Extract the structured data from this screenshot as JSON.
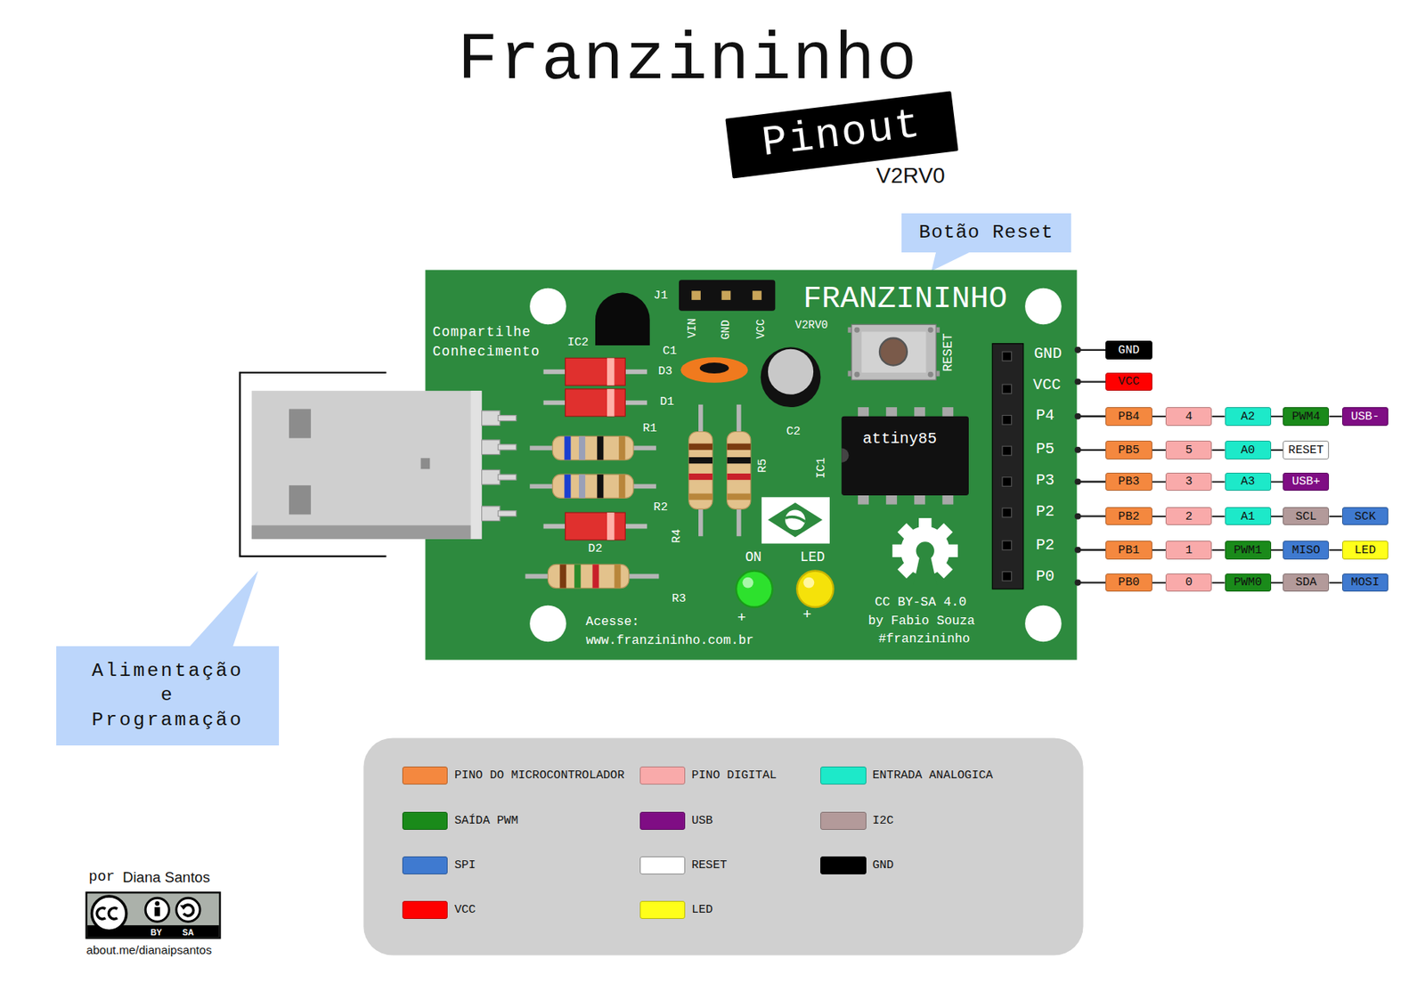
{
  "diagram": {
    "title": "Franzininho",
    "nodes": [
      {
        "text": [
          "Pinout"
        ]
      },
      {
        "text": [
          "Botão Reset"
        ]
      },
      {
        "text": [
          "GND"
        ]
      },
      {
        "text": [
          "VCC"
        ]
      },
      {
        "text": [
          "PB4"
        ]
      },
      {
        "text": [
          "4"
        ]
      },
      {
        "text": [
          "A2"
        ]
      },
      {
        "text": [
          "PWM4"
        ]
      },
      {
        "text": [
          "USB-"
        ]
      },
      {
        "text": [
          "PB5"
        ]
      },
      {
        "text": [
          "5"
        ]
      },
      {
        "text": [
          "A0"
        ]
      },
      {
        "text": [
          "RESET"
        ]
      },
      {
        "text": [
          "PB3"
        ]
      },
      {
        "text": [
          "3"
        ]
      },
      {
        "text": [
          "A3"
        ]
      },
      {
        "text": [
          "USB+"
        ]
      },
      {
        "text": [
          "PB2"
        ]
      },
      {
        "text": [
          "2"
        ]
      },
      {
        "text": [
          "A1"
        ]
      },
      {
        "text": [
          "SCL"
        ]
      },
      {
        "text": [
          "SCK"
        ]
      },
      {
        "text": [
          "PB1"
        ]
      },
      {
        "text": [
          "1"
        ]
      },
      {
        "text": [
          "PWM1"
        ]
      },
      {
        "text": [
          "MISO"
        ]
      },
      {
        "text": [
          "LED"
        ]
      },
      {
        "text": [
          "PB0"
        ]
      },
      {
        "text": [
          "0"
        ]
      },
      {
        "text": [
          "PWM0"
        ]
      },
      {
        "text": [
          "SDA"
        ]
      },
      {
        "text": [
          "MOSI"
        ]
      },
      {
        "text": [
          "Alimentação e Programação"
        ]
      }
    ],
    "edges": [
      {
        "from": 4,
        "to": 5,
        "arrow": "none"
      },
      {
        "from": 5,
        "to": 6,
        "arrow": "none"
      },
      {
        "from": 6,
        "to": 7,
        "arrow": "none"
      },
      {
        "from": 7,
        "to": 8,
        "arrow": "none"
      },
      {
        "from": 9,
        "to": 10,
        "arrow": "none"
      },
      {
        "from": 10,
        "to": 11,
        "arrow": "none"
      },
      {
        "from": 11,
        "to": 12,
        "arrow": "none"
      },
      {
        "from": 13,
        "to": 14,
        "arrow": "none"
      },
      {
        "from": 14,
        "to": 15,
        "arrow": "none"
      },
      {
        "from": 15,
        "to": 16,
        "arrow": "none"
      },
      {
        "from": 17,
        "to": 18,
        "arrow": "none"
      },
      {
        "from": 18,
        "to": 19,
        "arrow": "none"
      },
      {
        "from": 19,
        "to": 20,
        "arrow": "none"
      },
      {
        "from": 20,
        "to": 21,
        "arrow": "none"
      },
      {
        "from": 22,
        "to": 23,
        "arrow": "none"
      },
      {
        "from": 23,
        "to": 24,
        "arrow": "none"
      },
      {
        "from": 24,
        "to": 25,
        "arrow": "none"
      },
      {
        "from": 25,
        "to": 26,
        "arrow": "none"
      },
      {
        "from": 27,
        "to": 28,
        "arrow": "none"
      },
      {
        "from": 28,
        "to": 29,
        "arrow": "none"
      },
      {
        "from": 29,
        "to": 30,
        "arrow": "none"
      },
      {
        "from": 30,
        "to": 31,
        "arrow": "none"
      }
    ],
    "labels": [
      "V2RV0",
      "J1",
      "VIN",
      "GND",
      "VCC",
      "FRANZININHO",
      "Compartilhe Conhecimento",
      "IC2",
      "V2RV0",
      "C1",
      "RESET",
      "D3",
      "D1",
      "R1",
      "C2",
      "attiny85",
      "IC1",
      "R5",
      "R2",
      "R4",
      "D2",
      "ON",
      "LED",
      "R3",
      "CC BY-SA 4.0",
      "+",
      "+",
      "Acesse:",
      "by Fabio Souza",
      "#franzininho",
      "www.franzininho.com.br",
      "GND",
      "VCC",
      "P4",
      "P5",
      "P3",
      "P2",
      "P2",
      "P0",
      "por",
      "Diana Santos",
      "BY",
      "SA",
      "about.me/dianaipsantos"
    ],
    "legend": [
      {
        "text": "PINO DO MICROCONTROLADOR",
        "color": "#f4883f"
      },
      {
        "text": "PINO DIGITAL",
        "color": "#f9aaaa"
      },
      {
        "text": "ENTRADA ANALOGICA",
        "color": "#1de9c9"
      },
      {
        "text": "SAÍDA PWM",
        "color": "#1a8a1a"
      },
      {
        "text": "USB",
        "color": "#7f0d84"
      },
      {
        "text": "I2C",
        "color": "#b39a9a"
      },
      {
        "text": "SPI",
        "color": "#3f7ad0"
      },
      {
        "text": "RESET",
        "color": "#ffffff"
      },
      {
        "text": "GND",
        "color": "#000000"
      },
      {
        "text": "VCC",
        "color": "#ff0000"
      },
      {
        "text": "LED",
        "color": "#ffff1a"
      }
    ]
  }
}
